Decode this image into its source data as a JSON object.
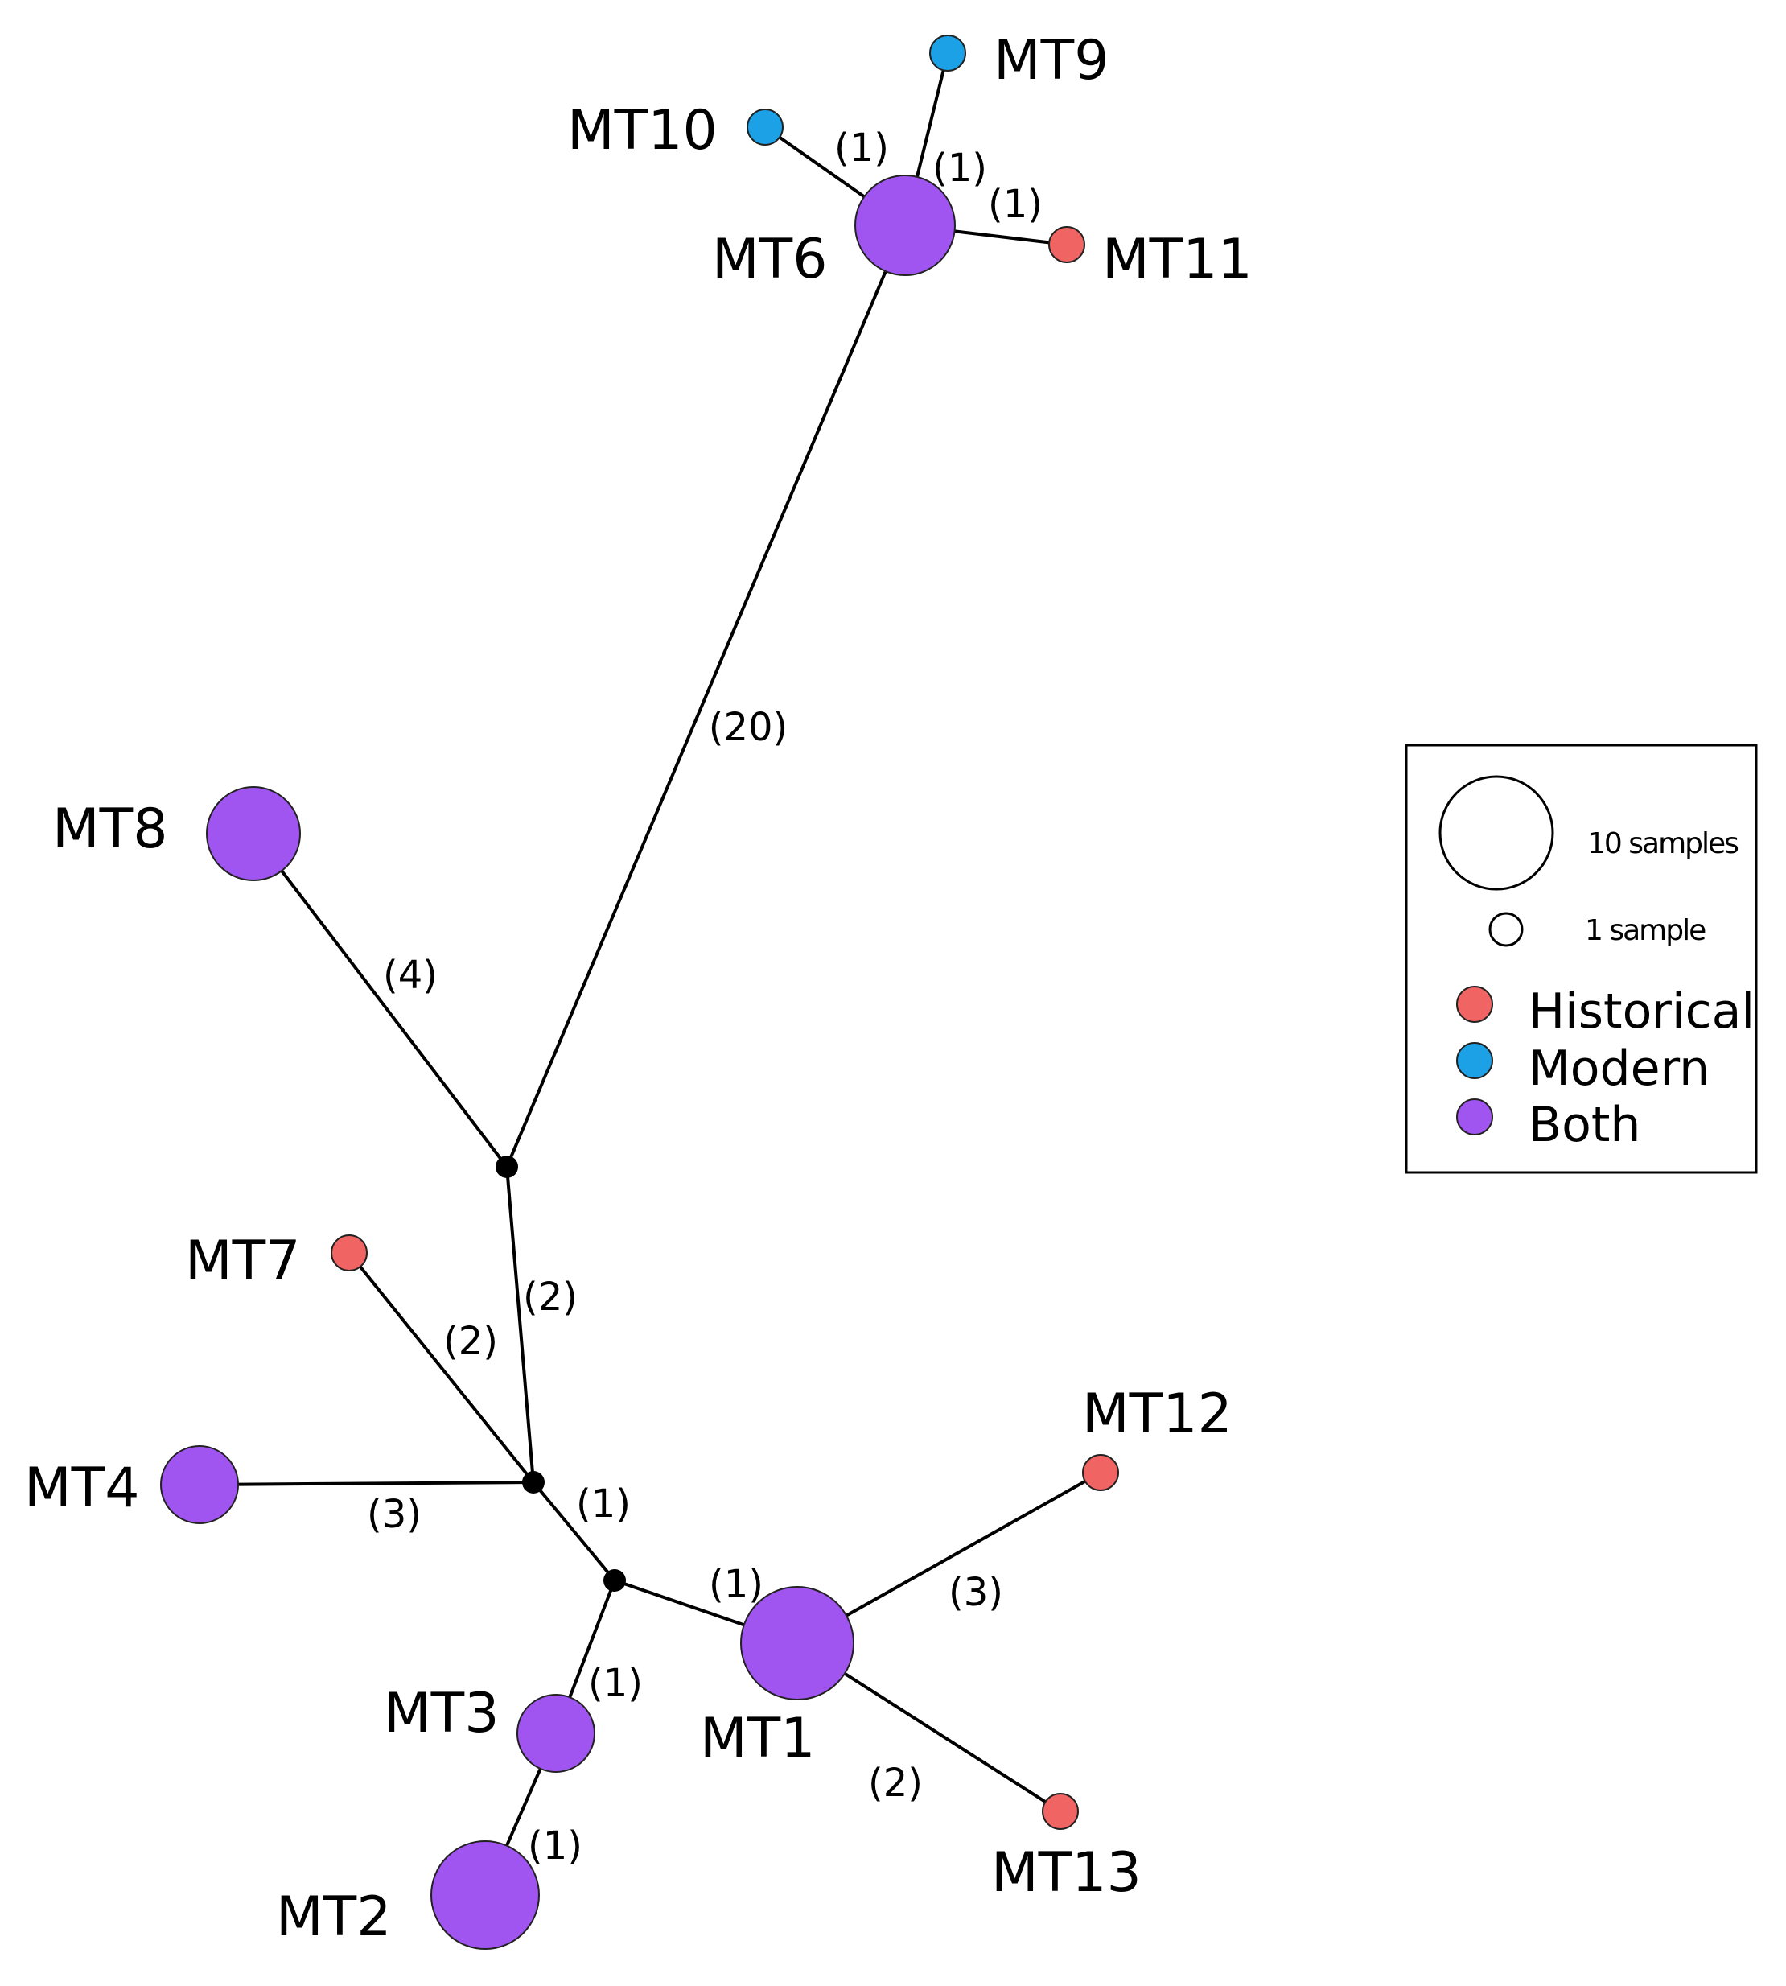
{
  "colors": {
    "historical": "#f06464",
    "modern": "#1ca0e6",
    "both": "#a055f0",
    "edge": "#000000"
  },
  "haplotypes": [
    {
      "id": "MT1",
      "label": "MT1",
      "group": "both"
    },
    {
      "id": "MT2",
      "label": "MT2",
      "group": "both"
    },
    {
      "id": "MT3",
      "label": "MT3",
      "group": "both"
    },
    {
      "id": "MT4",
      "label": "MT4",
      "group": "both"
    },
    {
      "id": "MT6",
      "label": "MT6",
      "group": "both"
    },
    {
      "id": "MT7",
      "label": "MT7",
      "group": "historical"
    },
    {
      "id": "MT8",
      "label": "MT8",
      "group": "both"
    },
    {
      "id": "MT9",
      "label": "MT9",
      "group": "modern"
    },
    {
      "id": "MT10",
      "label": "MT10",
      "group": "modern"
    },
    {
      "id": "MT11",
      "label": "MT11",
      "group": "historical"
    },
    {
      "id": "MT12",
      "label": "MT12",
      "group": "historical"
    },
    {
      "id": "MT13",
      "label": "MT13",
      "group": "historical"
    }
  ],
  "junctions": [
    "J1",
    "J2",
    "J3"
  ],
  "edges": [
    {
      "from": "MT6",
      "to": "MT10",
      "mutations": "(1)"
    },
    {
      "from": "MT6",
      "to": "MT9",
      "mutations": "(1)"
    },
    {
      "from": "MT6",
      "to": "MT11",
      "mutations": "(1)"
    },
    {
      "from": "MT6",
      "to": "J1",
      "mutations": "(20)"
    },
    {
      "from": "MT8",
      "to": "J1",
      "mutations": "(4)"
    },
    {
      "from": "J1",
      "to": "J2",
      "mutations": "(2)"
    },
    {
      "from": "MT7",
      "to": "J2",
      "mutations": "(2)"
    },
    {
      "from": "MT4",
      "to": "J2",
      "mutations": "(3)"
    },
    {
      "from": "J2",
      "to": "J3",
      "mutations": "(1)"
    },
    {
      "from": "J3",
      "to": "MT1",
      "mutations": "(1)"
    },
    {
      "from": "J3",
      "to": "MT3",
      "mutations": "(1)"
    },
    {
      "from": "MT3",
      "to": "MT2",
      "mutations": "(1)"
    },
    {
      "from": "MT1",
      "to": "MT12",
      "mutations": "(3)"
    },
    {
      "from": "MT1",
      "to": "MT13",
      "mutations": "(2)"
    }
  ],
  "legend": {
    "size_large_label": "10 samples",
    "size_small_label": "1 sample",
    "categories": [
      {
        "label": "Historical",
        "group": "historical"
      },
      {
        "label": "Modern",
        "group": "modern"
      },
      {
        "label": "Both",
        "group": "both"
      }
    ]
  }
}
